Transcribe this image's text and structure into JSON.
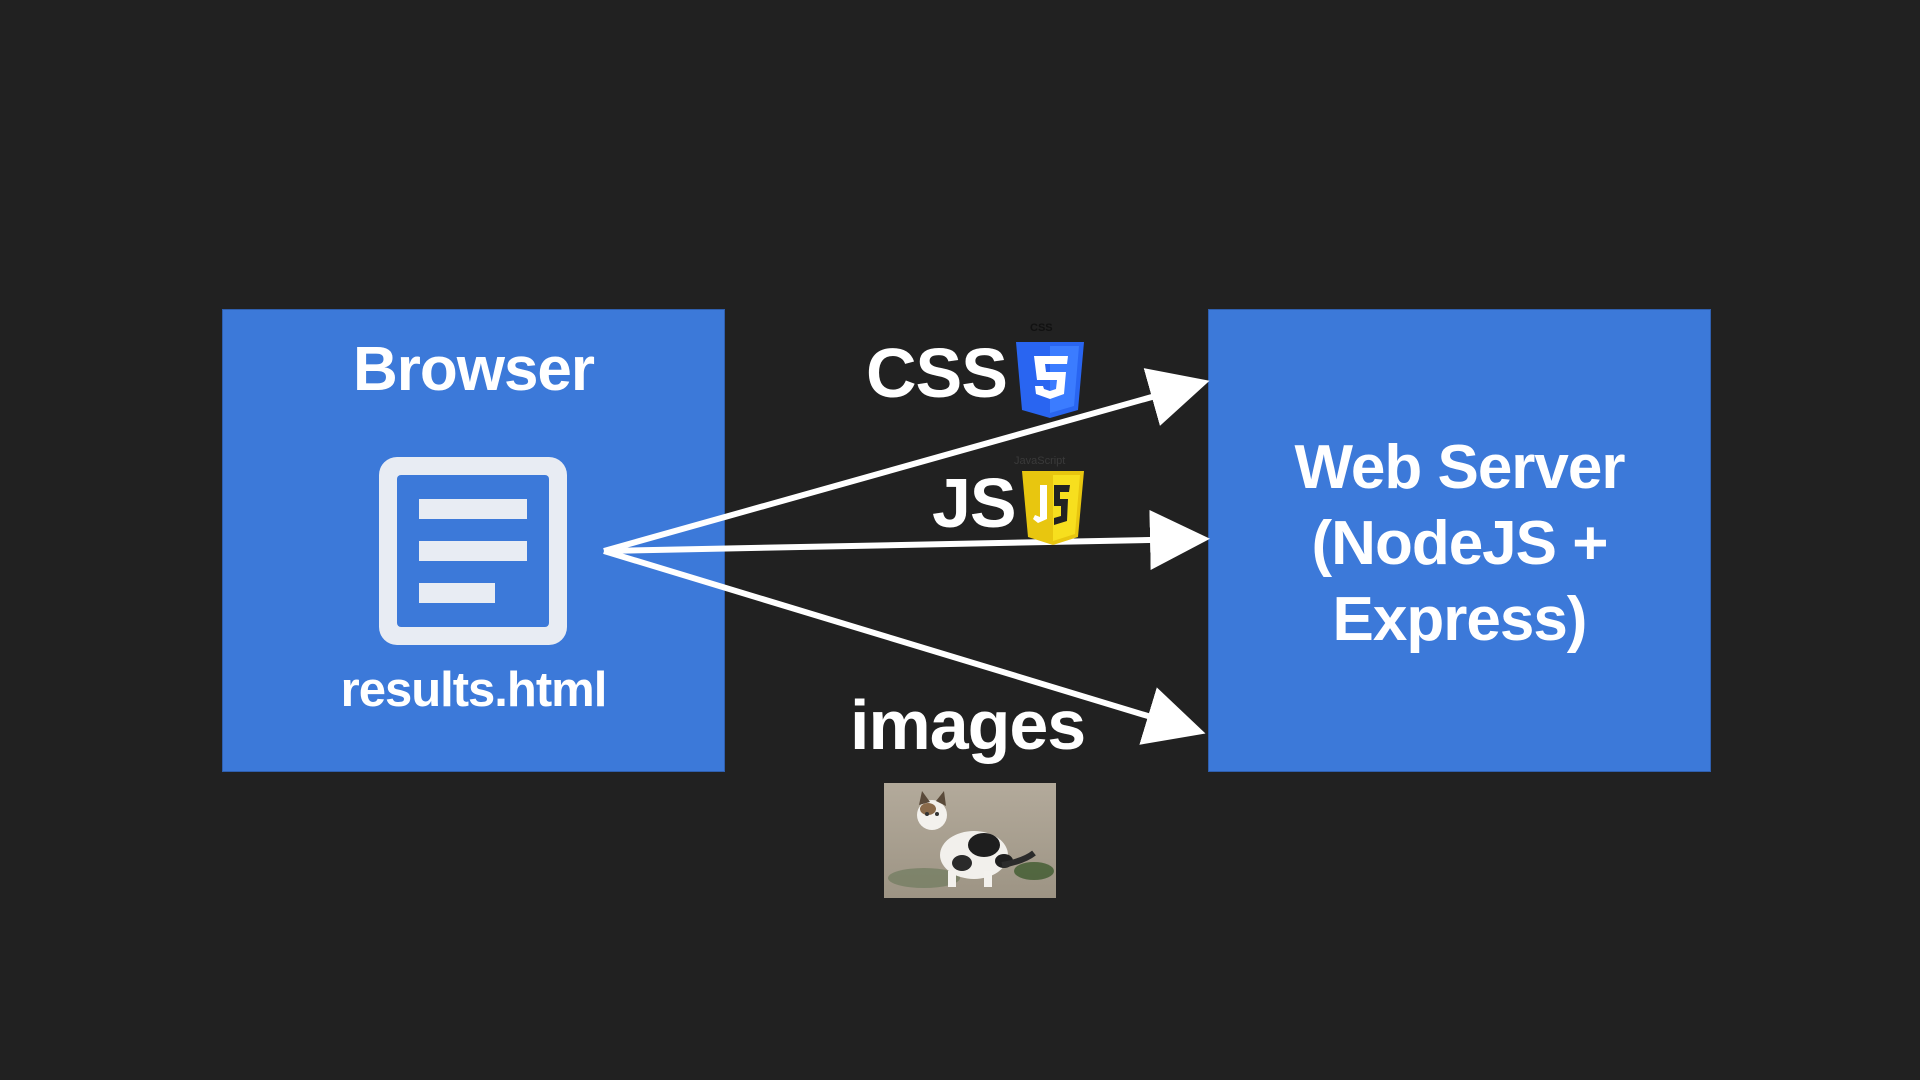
{
  "browser": {
    "title": "Browser",
    "file_label": "results.html"
  },
  "server": {
    "title_lines": [
      "Web Server",
      "(NodeJS +",
      "Express)"
    ]
  },
  "requests": [
    {
      "label": "CSS",
      "logo": "css3-shield-icon",
      "logo_caption": "CSS"
    },
    {
      "label": "JS",
      "logo": "javascript-shield-icon",
      "logo_caption": "JavaScript"
    },
    {
      "label": "images",
      "logo": "cat-photo"
    }
  ],
  "colors": {
    "background": "#212121",
    "box": "#3c79d9",
    "arrow": "#ffffff",
    "css_logo": "#2965f1",
    "js_logo": "#f7df1e"
  }
}
